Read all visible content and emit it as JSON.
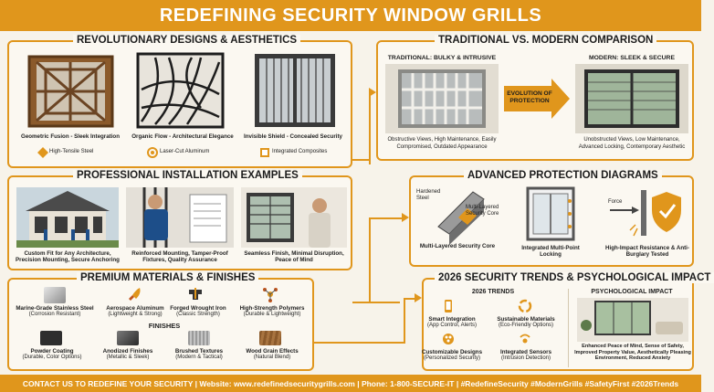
{
  "header": {
    "title": "REDEFINING SECURITY WINDOW GRILLS"
  },
  "designs": {
    "title": "REVOLUTIONARY DESIGNS & AESTHETICS",
    "items": [
      {
        "name": "Geometric Fusion - Sleek Integration",
        "feature": "High-Tensile Steel"
      },
      {
        "name": "Organic Flow - Architectural Elegance",
        "feature": "Laser-Cut Aluminum"
      },
      {
        "name": "Invisible Shield - Concealed Security",
        "feature": "Integrated Composites"
      }
    ]
  },
  "comparison": {
    "title": "TRADITIONAL VS. MODERN COMPARISON",
    "traditional_label": "TRADITIONAL: BULKY & INTRUSIVE",
    "traditional_desc": "Obstructive Views, High Maintenance, Easily Compromised, Outdated Appearance",
    "evolution_label": "EVOLUTION OF PROTECTION",
    "modern_label": "MODERN: SLEEK & SECURE",
    "modern_desc": "Unobstructed Views, Low Maintenance, Advanced Locking, Contemporary Aesthetic"
  },
  "installation": {
    "title": "PROFESSIONAL INSTALLATION EXAMPLES",
    "items": [
      "Custom Fit for Any Architecture, Precision Mounting, Secure Anchoring",
      "Reinforced Mounting, Tamper-Proof Fixtures, Quality Assurance",
      "Seamless Finish, Minimal Disruption, Peace of Mind"
    ]
  },
  "protection": {
    "title": "ADVANCED PROTECTION DIAGRAMS",
    "hardened_label": "Hardened Steel",
    "core_label": "Multi-Layered Security Core",
    "core_caption": "Multi-Layered Security Core",
    "locking_caption": "Integrated Multi-Point Locking",
    "force_label": "Force",
    "impact_caption": "High-Impact Resistance & Anti-Burglary Tested"
  },
  "materials": {
    "title": "PREMIUM MATERIALS & FINISHES",
    "items": [
      {
        "name": "Marine-Grade Stainless Steel",
        "desc": "(Corrosion Resistant)"
      },
      {
        "name": "Aerospace Aluminum",
        "desc": "(Lightweight & Strong)"
      },
      {
        "name": "Forged Wrought Iron",
        "desc": "(Classic Strength)"
      },
      {
        "name": "High-Strength Polymers",
        "desc": "(Durable & Lightweight)"
      }
    ],
    "finishes_title": "FINISHES",
    "finishes": [
      {
        "name": "Powder Coating",
        "desc": "(Durable, Color Options)"
      },
      {
        "name": "Anodized Finishes",
        "desc": "(Metallic & Sleek)"
      },
      {
        "name": "Brushed Textures",
        "desc": "(Modern & Tactical)"
      },
      {
        "name": "Wood Grain Effects",
        "desc": "(Natural Blend)"
      }
    ]
  },
  "trends": {
    "title": "2026 SECURITY TRENDS & PSYCHOLOGICAL IMPACT",
    "trends_title": "2026 TRENDS",
    "items": [
      {
        "name": "Smart Integration",
        "desc": "(App Control, Alerts)"
      },
      {
        "name": "Sustainable Materials",
        "desc": "(Eco-Friendly Options)"
      },
      {
        "name": "Customizable Designs",
        "desc": "(Personalized Security)"
      },
      {
        "name": "Integrated Sensors",
        "desc": "(Intrusion Detection)"
      }
    ],
    "psych_title": "PSYCHOLOGICAL IMPACT",
    "psych_desc": "Enhanced Peace of Mind, Sense of Safety, Improved Property Value, Aesthetically Pleasing Environment, Reduced Anxiety"
  },
  "footer": {
    "text": "CONTACT US TO REDEFINE YOUR SECURITY | Website: www.redefinedsecuritygrills.com | Phone: 1-800-SECURE-IT | #RedefineSecurity #ModernGrills #SafetyFirst #2026Trends"
  },
  "colors": {
    "accent": "#e0961c",
    "dark": "#1c1c1c",
    "panel": "#fbf8f1"
  }
}
